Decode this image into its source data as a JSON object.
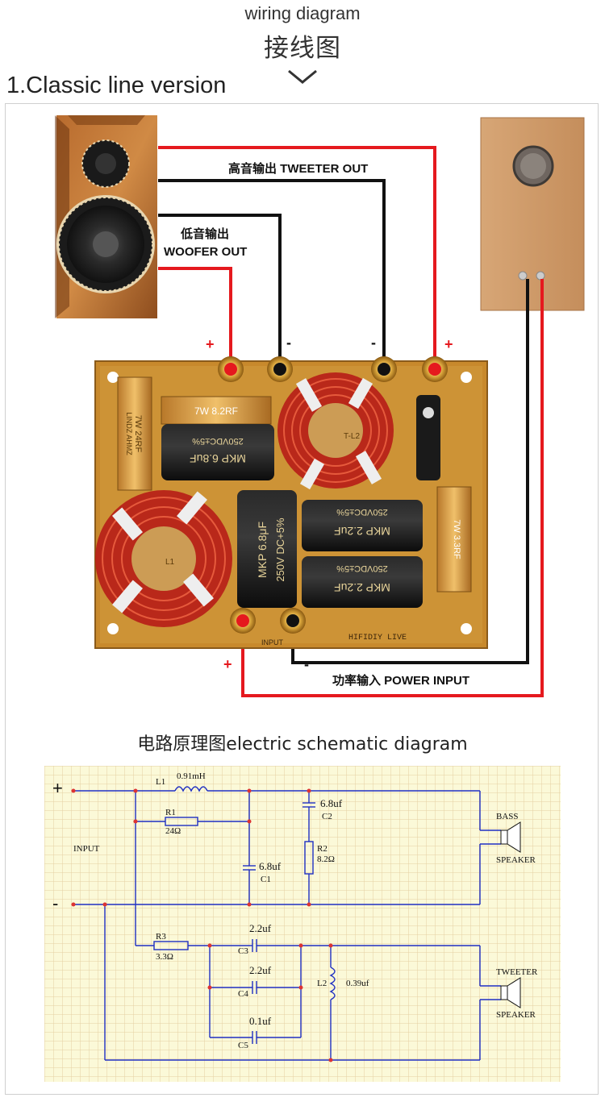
{
  "header": {
    "title_en": "wiring diagram",
    "title_zh": "接线图",
    "chevron_icon": "chevron-down-icon"
  },
  "section": {
    "title": "1.Classic line version"
  },
  "wiring": {
    "tweeter_out": "高音输出 TWEETER OUT",
    "woofer_out_zh": "低音输出",
    "woofer_out_en": "WOOFER OUT",
    "power_input": "功率输入 POWER INPUT",
    "plus": "+",
    "minus": "-",
    "board": {
      "r_left": "7W 24RF",
      "r_left_brand": "LINDZ AHMZ",
      "r_top": "7W 8.2RF",
      "cap_top_spec": "250VDC±5%",
      "cap_top_val": "MKP 6.8uF",
      "cap_mid_val": "MKP  6.8μF",
      "cap_mid_spec": "250V DC+5%",
      "cap_r1_spec": "250VDC±5%",
      "cap_r1_val": "MKP 2.2uF",
      "cap_r2_spec": "250VDC±5%",
      "cap_r2_val": "MKP 2.2uF",
      "r_right": "7W 3.3RF",
      "coil_top": "T-L2",
      "coil_left": "L1",
      "input_label": "INPUT",
      "brand": "HIFIDIY LIVE"
    },
    "colors": {
      "red": "#e5191e",
      "black": "#111111",
      "pcb": "#c9892a",
      "coil": "#c8301f"
    }
  },
  "schematic": {
    "title": "电路原理图electric schematic diagram",
    "input_label": "INPUT",
    "plus": "+",
    "minus": "-",
    "L1_name": "L1",
    "L1_val": "0.91mH",
    "R1_name": "R1",
    "R1_val": "24Ω",
    "C1_name": "C1",
    "C1_val": "6.8uf",
    "C2_name": "C2",
    "C2_val": "6.8uf",
    "R2_name": "R2",
    "R2_val": "8.2Ω",
    "R3_name": "R3",
    "R3_val": "3.3Ω",
    "C3_name": "C3",
    "C3_val": "2.2uf",
    "C4_name": "C4",
    "C4_val": "2.2uf",
    "C5_name": "C5",
    "C5_val": "0.1uf",
    "L2_name": "L2",
    "L2_val": "0.39uf",
    "bass": "BASS",
    "bass_speaker": "SPEAKER",
    "tweeter": "TWEETER",
    "tweeter_speaker": "SPEAKER",
    "colors": {
      "paper": "#fbf9d8",
      "grid": "#e4cfa2",
      "line": "#1f2fc2",
      "node": "#d33"
    }
  }
}
